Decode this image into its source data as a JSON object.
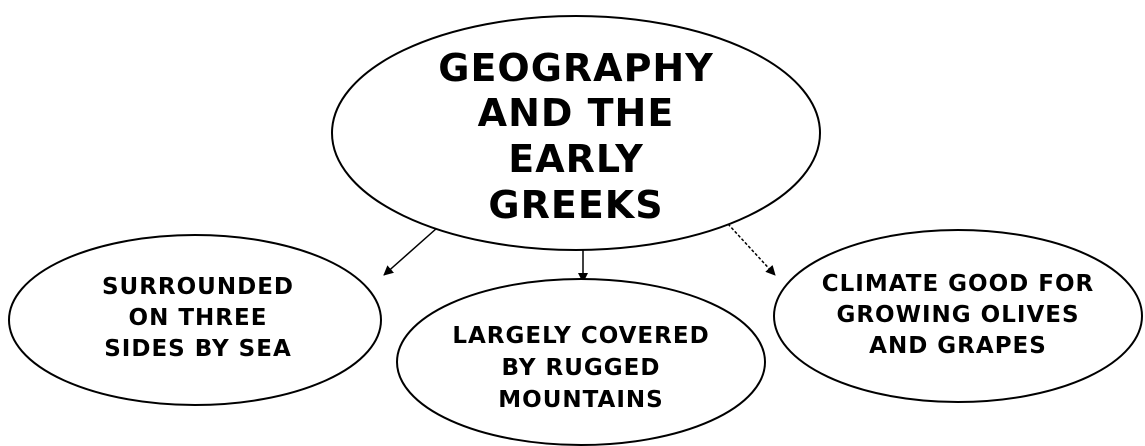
{
  "nodes": {
    "center": {
      "lines": [
        "GEOGRAPHY",
        "AND THE",
        "EARLY",
        "GREEKS"
      ]
    },
    "left": {
      "lines": [
        "SURROUNDED",
        "ON THREE",
        "SIDES BY SEA"
      ]
    },
    "middle": {
      "lines": [
        "LARGELY COVERED",
        "BY RUGGED",
        "MOUNTAINS"
      ]
    },
    "right": {
      "lines": [
        "CLIMATE GOOD FOR",
        "GROWING OLIVES",
        "AND GRAPES"
      ]
    }
  },
  "colors": {
    "stroke": "#000000",
    "fill": "#ffffff",
    "text": "#000000"
  }
}
